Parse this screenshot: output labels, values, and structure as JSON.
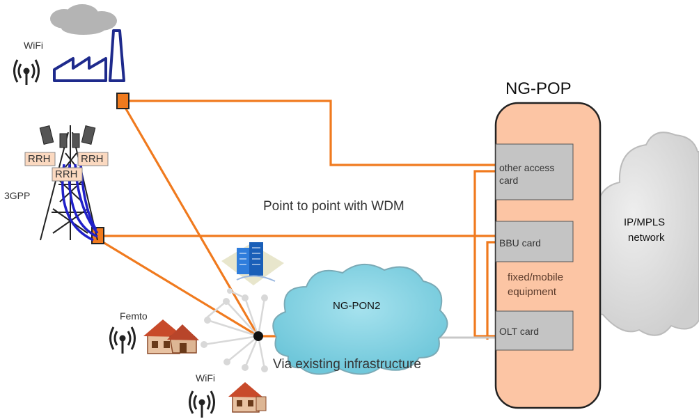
{
  "header": {
    "title": "NG-POP"
  },
  "labels": {
    "wifi_top": "WiFi",
    "gpp": "3GPP",
    "femto": "Femto",
    "wifi_bottom": "WiFi",
    "rrh": [
      "RRH",
      "RRH",
      "RRH"
    ],
    "p2p": "Point to point with WDM",
    "via": "Via existing infrastructure"
  },
  "cloud_ngpon2": {
    "label": "NG-PON2"
  },
  "cloud_ipmpls": {
    "label_line1": "IP/MPLS",
    "label_line2": "network"
  },
  "ngpop": {
    "cards": [
      {
        "line1": "other access",
        "line2": "card"
      },
      {
        "line1": "BBU card"
      },
      {
        "line1": "OLT card"
      }
    ],
    "equipment_line1": "fixed/mobile",
    "equipment_line2": "equipment"
  },
  "colors": {
    "fiber": "#f07a1e",
    "pop_fill": "#fcc5a4",
    "card_fill": "#c4c4c4",
    "cloud_blue": "#8fd6e4",
    "cloud_grey": "#dcdcdc",
    "antenna_cable": "#2020c8"
  }
}
